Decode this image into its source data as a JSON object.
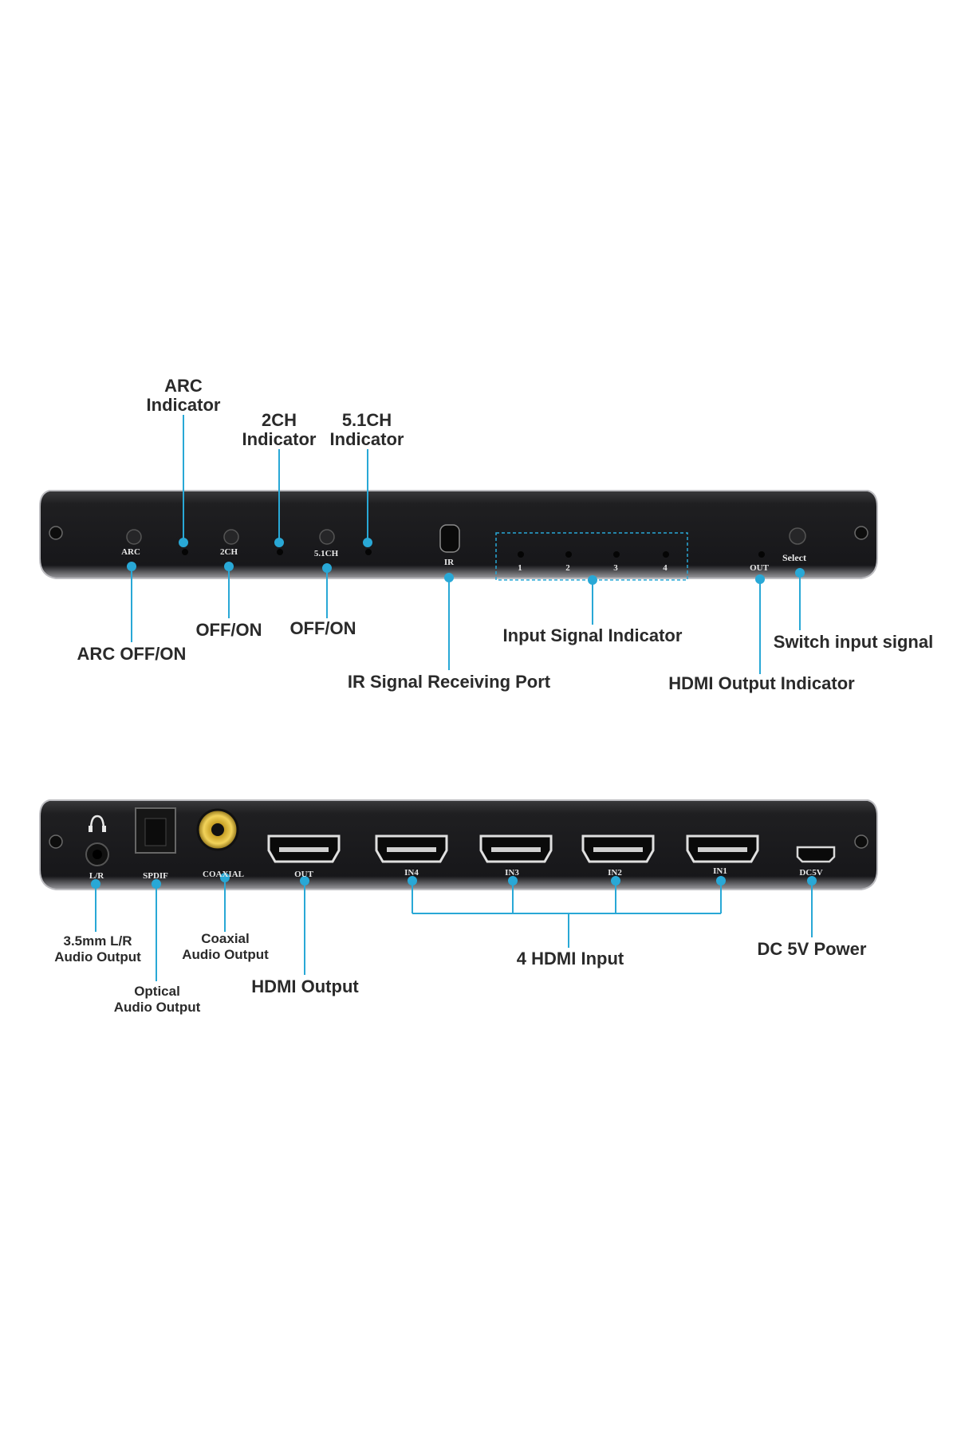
{
  "front_panel": {
    "silk": {
      "arc": "ARC",
      "ch2": "2CH",
      "ch51": "5.1CH",
      "ir": "IR",
      "in1": "1",
      "in2": "2",
      "in3": "3",
      "in4": "4",
      "out": "OUT",
      "select": "Select"
    },
    "callouts": {
      "arc_indicator_1": "ARC",
      "arc_indicator_2": "Indicator",
      "ch2_indicator_1": "2CH",
      "ch2_indicator_2": "Indicator",
      "ch51_indicator_1": "5.1CH",
      "ch51_indicator_2": "Indicator",
      "arc_off_on": "ARC OFF/ON",
      "ch2_off_on": "OFF/ON",
      "ch51_off_on": "OFF/ON",
      "ir_port": "IR Signal Receiving Port",
      "input_signal": "Input Signal Indicator",
      "switch_input": "Switch input signal",
      "hdmi_out_indicator": "HDMI Output Indicator"
    }
  },
  "rear_panel": {
    "silk": {
      "lr": "L/R",
      "spdif": "SPDIF",
      "coaxial": "COAXIAL",
      "out": "OUT",
      "in4": "IN4",
      "in3": "IN3",
      "in2": "IN2",
      "in1": "IN1",
      "dc5v": "DC5V"
    },
    "callouts": {
      "audio_35_1": "3.5mm L/R",
      "audio_35_2": "Audio Output",
      "optical_1": "Optical",
      "optical_2": "Audio Output",
      "coaxial_1": "Coaxial",
      "coaxial_2": "Audio Output",
      "hdmi_output": "HDMI Output",
      "hdmi_input": "4 HDMI Input",
      "dc_power": "DC 5V Power"
    }
  },
  "colors": {
    "accent": "#29a8d6",
    "panel": "#1c1c1e",
    "label": "#2a2a2a"
  }
}
